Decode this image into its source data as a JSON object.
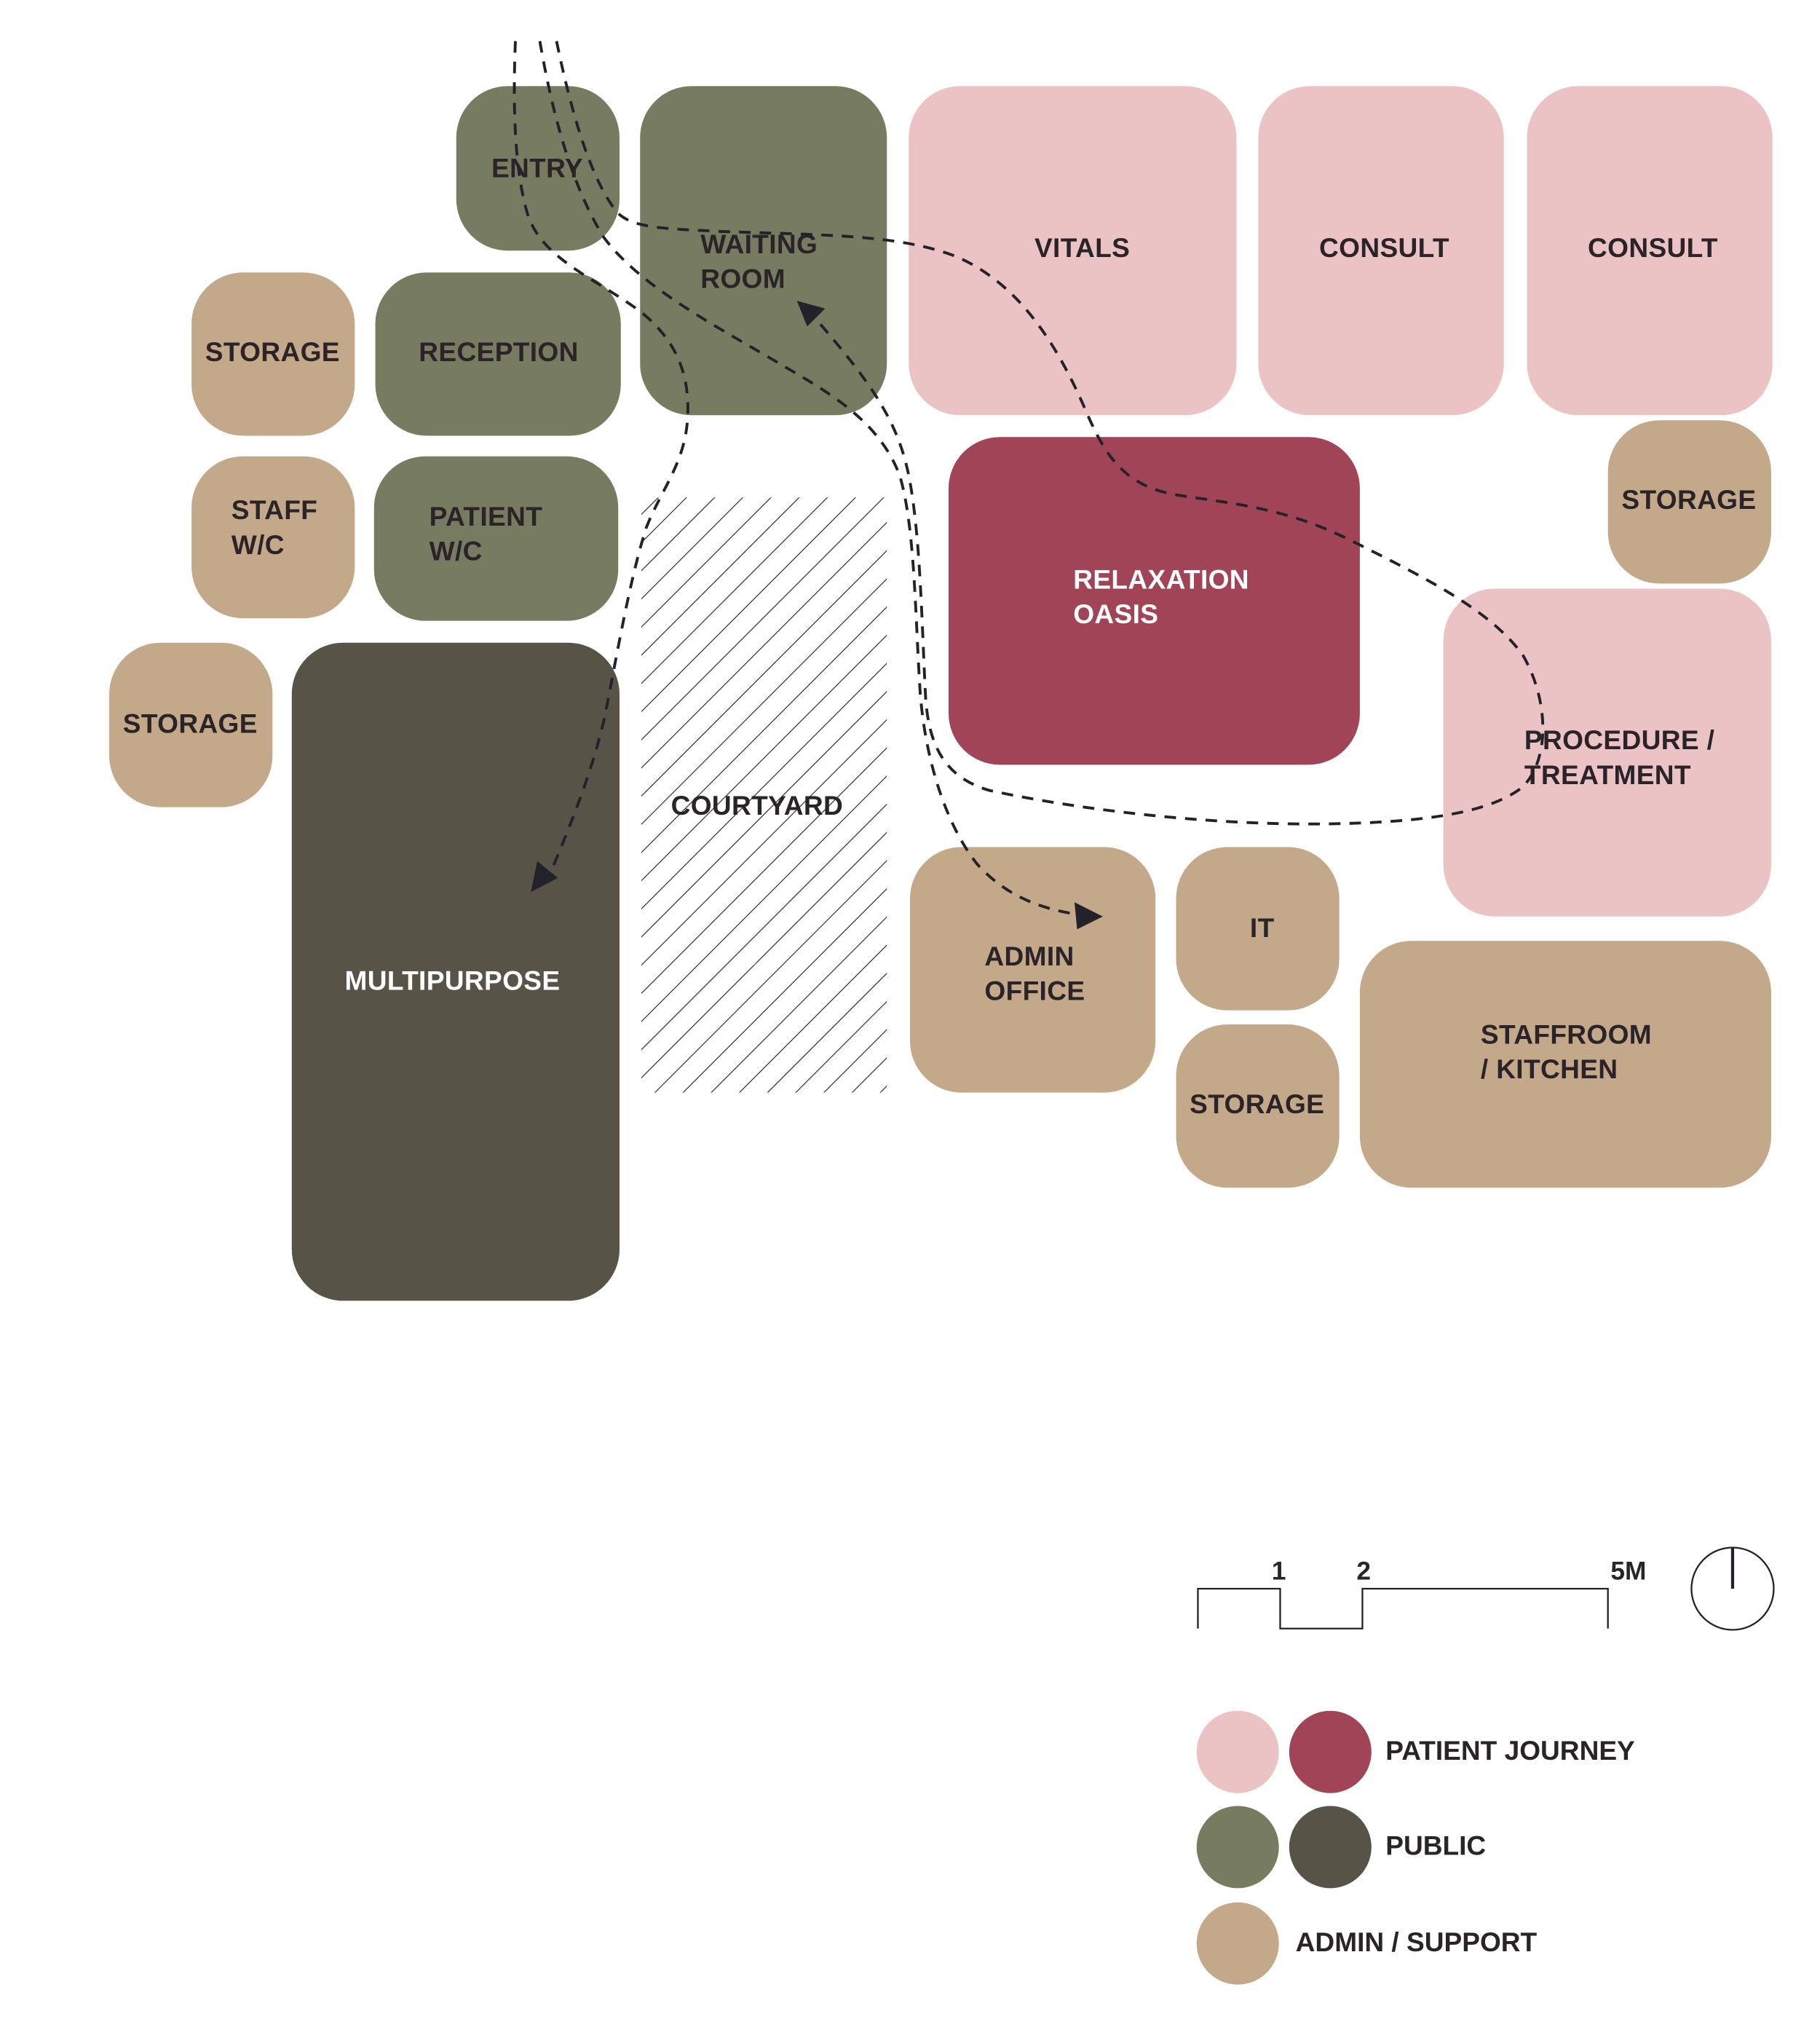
{
  "colors": {
    "patient_light": "#ebc3c4",
    "patient_dark": "#a24458",
    "public_light": "#777c60",
    "public_dark": "#575447",
    "admin_support": "#c4a88a",
    "text_dark": "#2a2428",
    "path": "#23222a"
  },
  "rooms": {
    "entry": {
      "label": [
        "ENTRY"
      ],
      "category": "public"
    },
    "waiting_room": {
      "label": [
        "WAITING",
        "ROOM"
      ],
      "category": "public"
    },
    "vitals": {
      "label": [
        "VITALS"
      ],
      "category": "patient_journey"
    },
    "consult_1": {
      "label": [
        "CONSULT"
      ],
      "category": "patient_journey"
    },
    "consult_2": {
      "label": [
        "CONSULT"
      ],
      "category": "patient_journey"
    },
    "storage_top_left": {
      "label": [
        "STORAGE"
      ],
      "category": "admin_support"
    },
    "reception": {
      "label": [
        "RECEPTION"
      ],
      "category": "public"
    },
    "staff_wc": {
      "label": [
        "STAFF",
        "W/C"
      ],
      "category": "admin_support"
    },
    "patient_wc": {
      "label": [
        "PATIENT",
        "W/C"
      ],
      "category": "public"
    },
    "storage_far_left": {
      "label": [
        "STORAGE"
      ],
      "category": "admin_support"
    },
    "multipurpose": {
      "label": [
        "MULTIPURPOSE"
      ],
      "category": "public"
    },
    "courtyard": {
      "label": [
        "COURTYARD"
      ],
      "category": "outdoor"
    },
    "relaxation_oasis": {
      "label": [
        "RELAXATION",
        "OASIS"
      ],
      "category": "patient_journey"
    },
    "storage_right": {
      "label": [
        "STORAGE"
      ],
      "category": "admin_support"
    },
    "procedure_treatment": {
      "label": [
        "PROCEDURE /",
        "TREATMENT"
      ],
      "category": "patient_journey"
    },
    "admin_office": {
      "label": [
        "ADMIN",
        "OFFICE"
      ],
      "category": "admin_support"
    },
    "it": {
      "label": [
        "IT"
      ],
      "category": "admin_support"
    },
    "storage_bottom": {
      "label": [
        "STORAGE"
      ],
      "category": "admin_support"
    },
    "staffroom_kitchen": {
      "label": [
        "STAFFROOM",
        "/ KITCHEN"
      ],
      "category": "admin_support"
    }
  },
  "scale_bar": {
    "tick_1": "1",
    "tick_2": "2",
    "tick_5": "5M"
  },
  "north_arrow": "north-indicator",
  "legend": {
    "items": [
      {
        "label": "PATIENT JOURNEY",
        "swatches": [
          "#ebc3c4",
          "#a24458"
        ]
      },
      {
        "label": "PUBLIC",
        "swatches": [
          "#777c60",
          "#575447"
        ]
      },
      {
        "label": "ADMIN / SUPPORT",
        "swatches": [
          "#c4a88a"
        ]
      }
    ]
  },
  "circulation_paths": [
    {
      "from": "ENTRY",
      "to": "MULTIPURPOSE"
    },
    {
      "from": "ENTRY",
      "to": "ADMIN OFFICE"
    },
    {
      "from": "ENTRY",
      "to": "WAITING ROOM",
      "via": [
        "VITALS",
        "RELAXATION OASIS",
        "PROCEDURE / TREATMENT"
      ]
    }
  ]
}
